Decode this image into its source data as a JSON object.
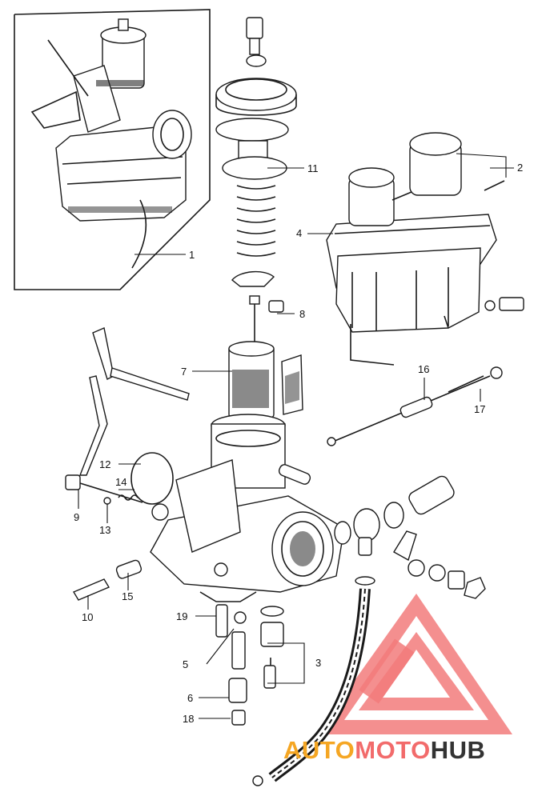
{
  "callouts": [
    {
      "id": "c1",
      "text": "1"
    },
    {
      "id": "c2",
      "text": "2"
    },
    {
      "id": "c3",
      "text": "3"
    },
    {
      "id": "c4",
      "text": "4"
    },
    {
      "id": "c5",
      "text": "5"
    },
    {
      "id": "c6",
      "text": "6"
    },
    {
      "id": "c7",
      "text": "7"
    },
    {
      "id": "c8",
      "text": "8"
    },
    {
      "id": "c9",
      "text": "9"
    },
    {
      "id": "c10",
      "text": "10"
    },
    {
      "id": "c11",
      "text": "11"
    },
    {
      "id": "c12",
      "text": "12"
    },
    {
      "id": "c13",
      "text": "13"
    },
    {
      "id": "c14",
      "text": "14"
    },
    {
      "id": "c15",
      "text": "15"
    },
    {
      "id": "c16",
      "text": "16"
    },
    {
      "id": "c17",
      "text": "17"
    },
    {
      "id": "c18",
      "text": "18"
    },
    {
      "id": "c19",
      "text": "19"
    }
  ],
  "watermark": {
    "part1": "AUTO",
    "part2": "MOTO",
    "part3": "HUB",
    "color_auto": "#f5a623",
    "color_moto": "#f26b6b",
    "color_hub": "#333333",
    "logo_color": "#f27b7b"
  }
}
